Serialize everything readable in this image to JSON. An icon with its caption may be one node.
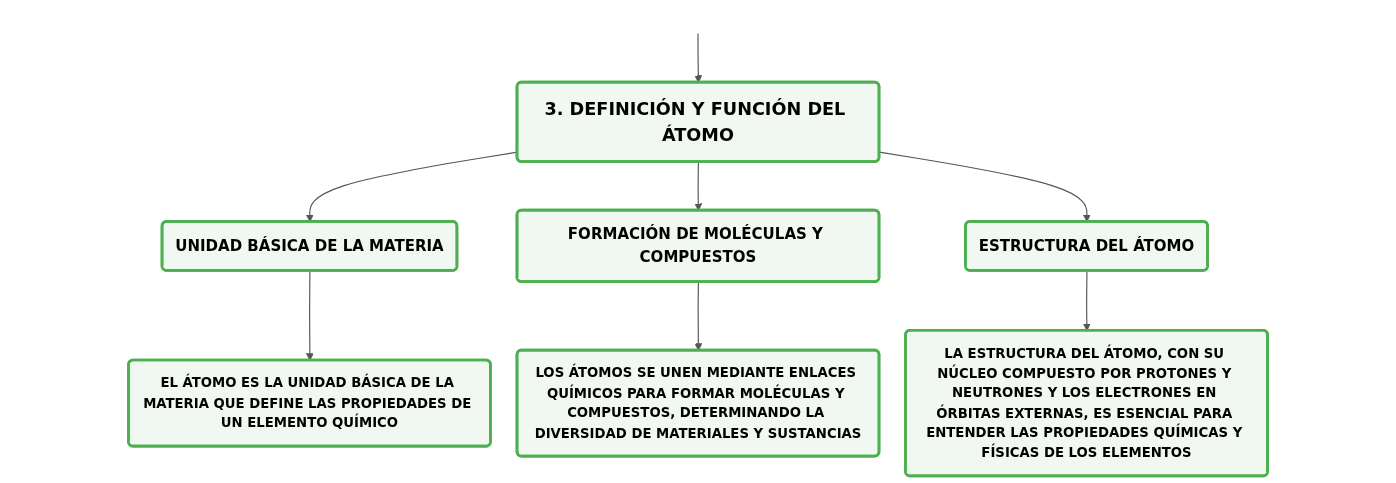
{
  "diagram": {
    "nodes": [
      {
        "text": [
          "3. DEFINICIÓN Y FUNCIÓN DEL ÁTOMO"
        ]
      },
      {
        "text": [
          "UNIDAD BÁSICA DE LA MATERIA"
        ]
      },
      {
        "text": [
          "FORMACIÓN DE MOLÉCULAS Y COMPUESTOS"
        ]
      },
      {
        "text": [
          "ESTRUCTURA DEL ÁTOMO"
        ]
      },
      {
        "text": [
          "EL ÁTOMO ES LA UNIDAD BÁSICA DE LA MATERIA QUE DEFINE LAS PROPIEDADES DE UN ELEMENTO QUÍMICO"
        ]
      },
      {
        "text": [
          "LOS ÁTOMOS SE UNEN MEDIANTE ENLACES QUÍMICOS PARA FORMAR MOLÉCULAS Y COMPUESTOS, DETERMINANDO LA DIVERSIDAD DE MATERIALES Y SUSTANCIAS"
        ]
      },
      {
        "text": [
          "LA ESTRUCTURA DEL ÁTOMO, CON SU NÚCLEO COMPUESTO POR PROTONES Y NEUTRONES Y LOS ELECTRONES EN ÓRBITAS EXTERNAS, ES ESENCIAL PARA ENTENDER LAS PROPIEDADES QUÍMICAS Y FÍSICAS DE LOS ELEMENTOS"
        ]
      }
    ],
    "edges": [
      {
        "from": null,
        "to": 0,
        "arrow": "to"
      },
      {
        "from": 0,
        "to": 1,
        "arrow": "to"
      },
      {
        "from": 0,
        "to": 2,
        "arrow": "to"
      },
      {
        "from": 0,
        "to": 3,
        "arrow": "to"
      },
      {
        "from": 1,
        "to": 4,
        "arrow": "to"
      },
      {
        "from": 2,
        "to": 5,
        "arrow": "to"
      },
      {
        "from": 3,
        "to": 6,
        "arrow": "to"
      }
    ]
  }
}
